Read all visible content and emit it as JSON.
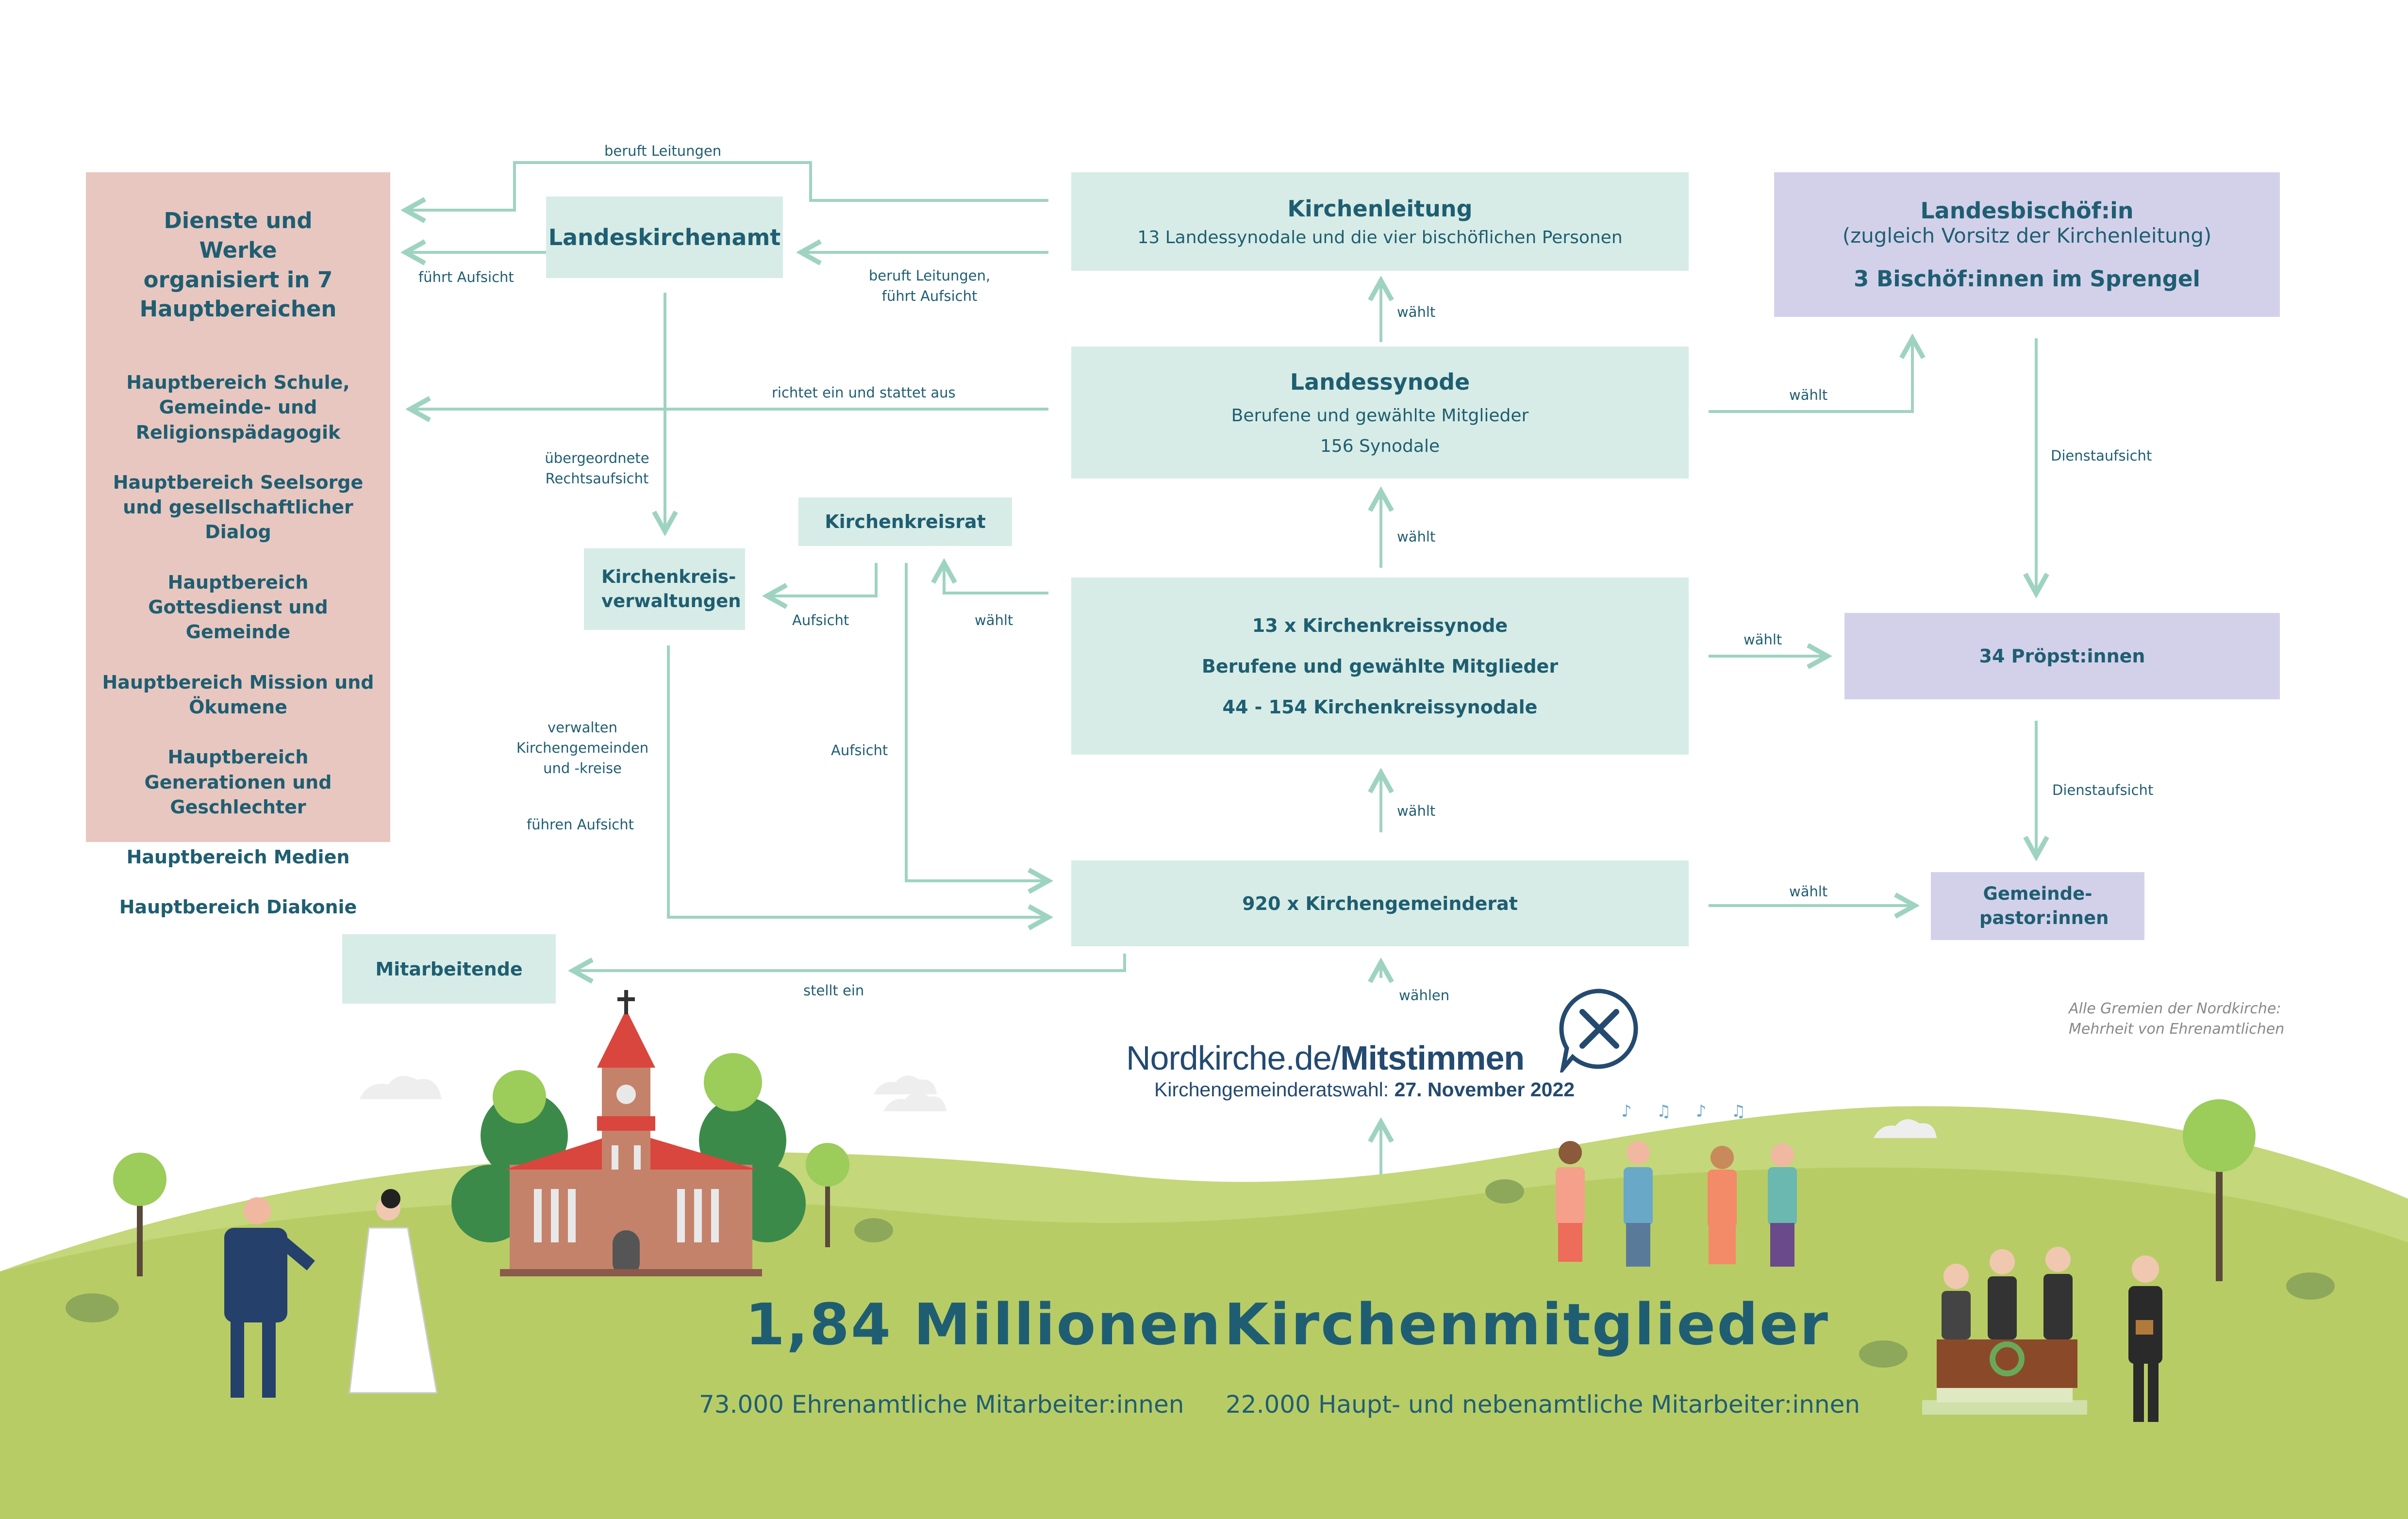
{
  "dienste": {
    "title": "Dienste und Werke organisiert in 7 Hauptbereichen",
    "items": [
      "Hauptbereich Schule, Gemeinde- und Religionspädagogik",
      "Hauptbereich Seelsorge und gesellschaftlicher Dialog",
      "Hauptbereich Gottesdienst und Gemeinde",
      "Hauptbereich Mission und Ökumene",
      "Hauptbereich Generationen und Geschlechter",
      "Hauptbereich Medien",
      "Hauptbereich Diakonie"
    ]
  },
  "landeskirchenamt": "Landeskirchenamt",
  "kirchenleitung": {
    "title": "Kirchenleitung",
    "sub": "13 Landessynodale und die vier bischöflichen Personen"
  },
  "landesbischof": {
    "title": "Landesbischöf:in",
    "sub": "(zugleich Vorsitz der Kirchenleitung)",
    "line": "3 Bischöf:innen im Sprengel"
  },
  "landessynode": {
    "title": "Landessynode",
    "sub1": "Berufene und gewählte Mitglieder",
    "sub2": "156 Synodale"
  },
  "kirchenkreisrat": "Kirchenkreisrat",
  "kirchenkreisverwaltungen": "Kirchenkreis-verwaltungen",
  "kirchenkreissynode": {
    "line1": "13 x Kirchenkreissynode",
    "line2": "Berufene und gewählte Mitglieder",
    "line3": "44 - 154 Kirchenkreissynodale"
  },
  "proepste": "34 Pröpst:innen",
  "kirchengemeinderat": "920 x Kirchengemeinderat",
  "gemeindepastor": "Gemeinde-pastor:innen",
  "mitarbeitende": "Mitarbeitende",
  "labels": {
    "beruft_leitungen": "beruft Leitungen",
    "fuehrt_aufsicht": "führt Aufsicht",
    "beruft_leitungen_fuehrt_aufsicht": "beruft Leitungen, führt Aufsicht",
    "richtet_ein": "richtet ein und stattet aus",
    "uebergeordnete": "übergeordnete Rechtsaufsicht",
    "aufsicht_1": "Aufsicht",
    "waehlt_kkr": "wählt",
    "aufsicht_2": "Aufsicht",
    "verwalten": "verwalten Kirchengemeinden und -kreise",
    "fuehren_aufsicht": "führen Aufsicht",
    "stellt_ein": "stellt ein",
    "waehlt_kl": "wählt",
    "waehlt_ls": "wählt",
    "waehlt_kks": "wählt",
    "waehlt_lb": "wählt",
    "waehlt_pr": "wählt",
    "waehlt_gp": "wählt",
    "waehlen": "wählen",
    "dienstaufsicht_1": "Dienstaufsicht",
    "dienstaufsicht_2": "Dienstaufsicht"
  },
  "note": {
    "line1": "Alle Gremien der Nordkirche:",
    "line2": "Mehrheit von Ehrenamtlichen"
  },
  "logo": {
    "text_regular": "Nordkirche.de/",
    "text_bold": "Mitstimmen",
    "subtitle_regular": "Kirchengemeinderatswahl:",
    "subtitle_bold": "27. November 2022"
  },
  "stats": {
    "headline_left": "1,84 Millionen",
    "headline_right": "Kirchenmitglieder",
    "ehrenamt": "73.000 Ehrenamtliche Mitarbeiter:innen",
    "hauptamt": "22.000 Haupt- und nebenamtliche Mitarbeiter:innen"
  },
  "colors": {
    "mint": "#d7ece6",
    "purple": "#d3d1ea",
    "rose": "#e8c7c0",
    "arrow": "#9fd3c1",
    "text": "#1f5e72",
    "grass": "#b8cc66"
  }
}
